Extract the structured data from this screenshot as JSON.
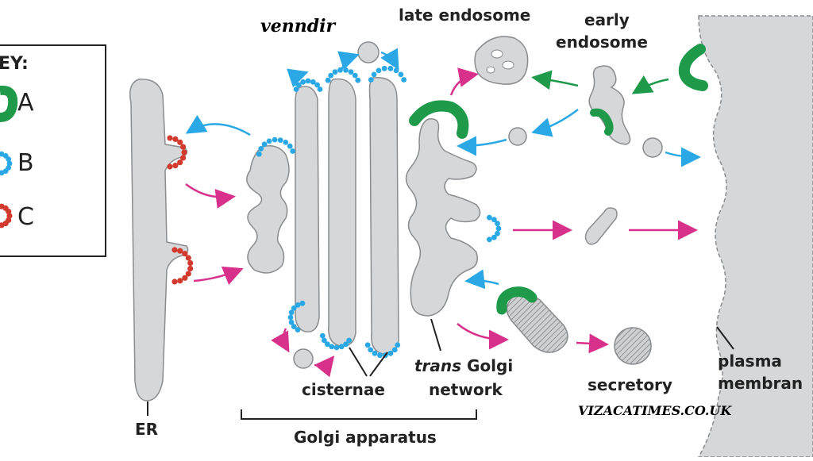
{
  "watermarks": {
    "top": "venndir",
    "bottom": "VIZACATIMES.CO.UK"
  },
  "key": {
    "title": "EY:",
    "items": [
      {
        "letter": "A",
        "color": "#1e9a4a"
      },
      {
        "letter": "B",
        "color": "#2aa8e6"
      },
      {
        "letter": "C",
        "color": "#d23a2e"
      }
    ]
  },
  "labels": {
    "late_endosome": "late endosome",
    "early_endosome_1": "early",
    "early_endosome_2": "endosome",
    "er": "ER",
    "cisternae": "cisternae",
    "trans_golgi_1_italic": "trans",
    "trans_golgi_1_rest": " Golgi",
    "trans_golgi_2": "network",
    "secretory": "secretory",
    "plasma_1": "plasma",
    "plasma_2": "membran",
    "golgi_apparatus": "Golgi apparatus"
  },
  "colors": {
    "organelle": "#d6d7d8",
    "outline": "#8a8c8e",
    "coat_A": "#1e9a4a",
    "coat_B": "#2aa8e6",
    "coat_C": "#d23a2e",
    "arrow_magenta": "#d8318c",
    "arrow_blue": "#2aa8e6",
    "arrow_green": "#1e9a4a"
  }
}
